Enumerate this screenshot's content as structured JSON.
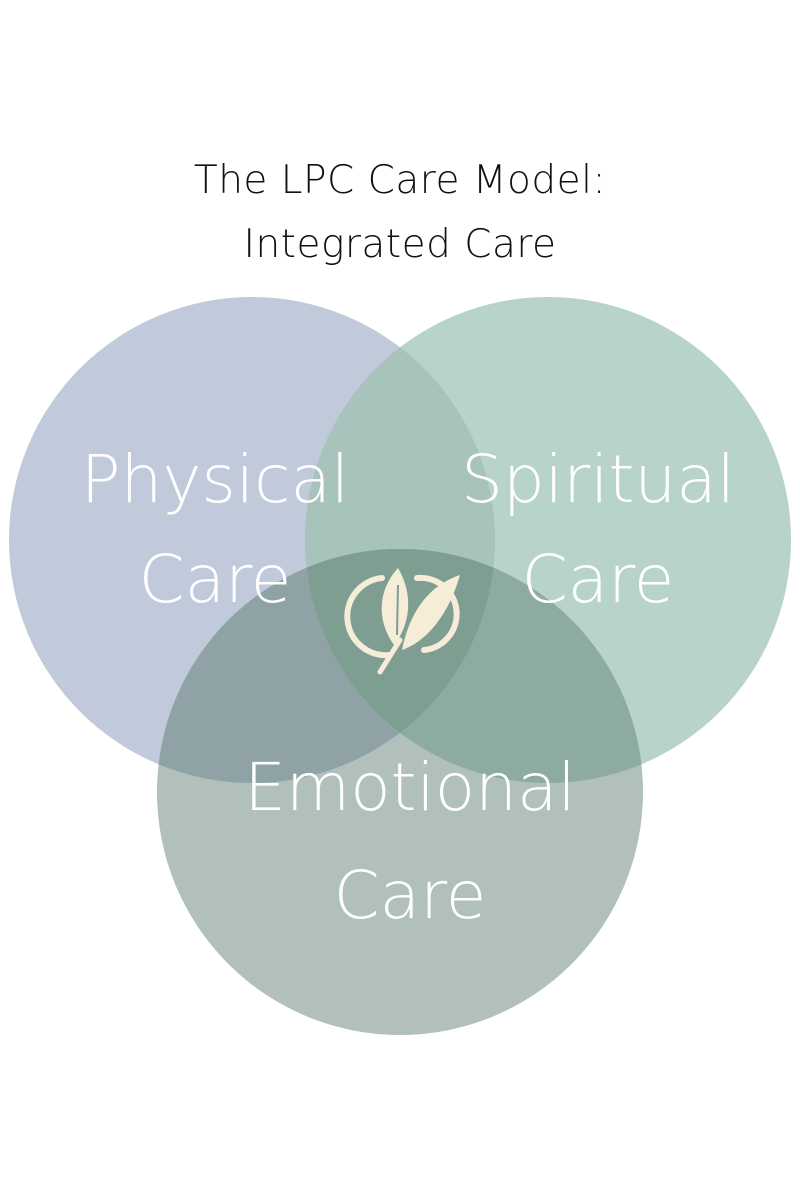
{
  "title": {
    "line1": "The LPC Care Model:",
    "line2": "Integrated Care"
  },
  "circles": [
    {
      "line1": "Physical",
      "line2": "Care",
      "color": "#c0cada"
    },
    {
      "line1": "Spiritual",
      "line2": "Care",
      "color": "#b8d4c8"
    },
    {
      "line1": "Emotional",
      "line2": "Care",
      "color": "#b2c0bb"
    }
  ],
  "overlap_colors": {
    "physical_spiritual": "#a8c2bc",
    "physical_emotional": "#8fa3a6",
    "spiritual_emotional": "#8dab9e",
    "all": "#7f9e92"
  },
  "logo": {
    "icon": "leaf-logo-icon",
    "color": "#f5edd8"
  }
}
